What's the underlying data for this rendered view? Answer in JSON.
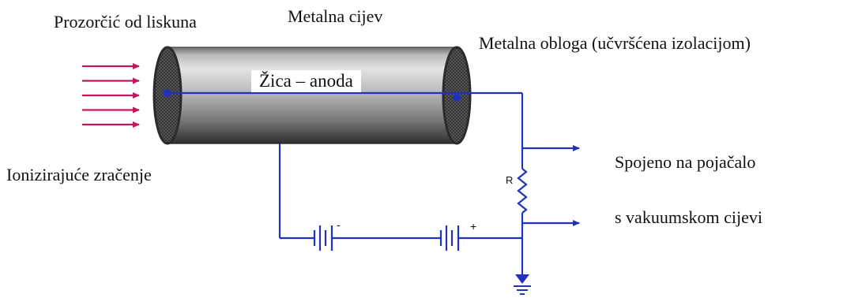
{
  "labels": {
    "window": "Prozorčić od liskuna",
    "tube": "Metalna cijev",
    "coating": "Metalna obloga (učvršćena izolacijom)",
    "anode": "Žica – anoda",
    "radiation": "Ionizirajuće zračenje",
    "amp_line1": "Spojeno na pojačalo",
    "amp_line2": "s vakuumskom cijevi",
    "resistor": "R",
    "battery_minus": "-",
    "battery_plus": "+"
  },
  "colors": {
    "wire": "#2233bb",
    "radiation_arrows": "#c2185b",
    "tube_dark": "#3a3a3a",
    "tube_light": "#d8d8d8"
  },
  "radiation_arrow_count": 5
}
